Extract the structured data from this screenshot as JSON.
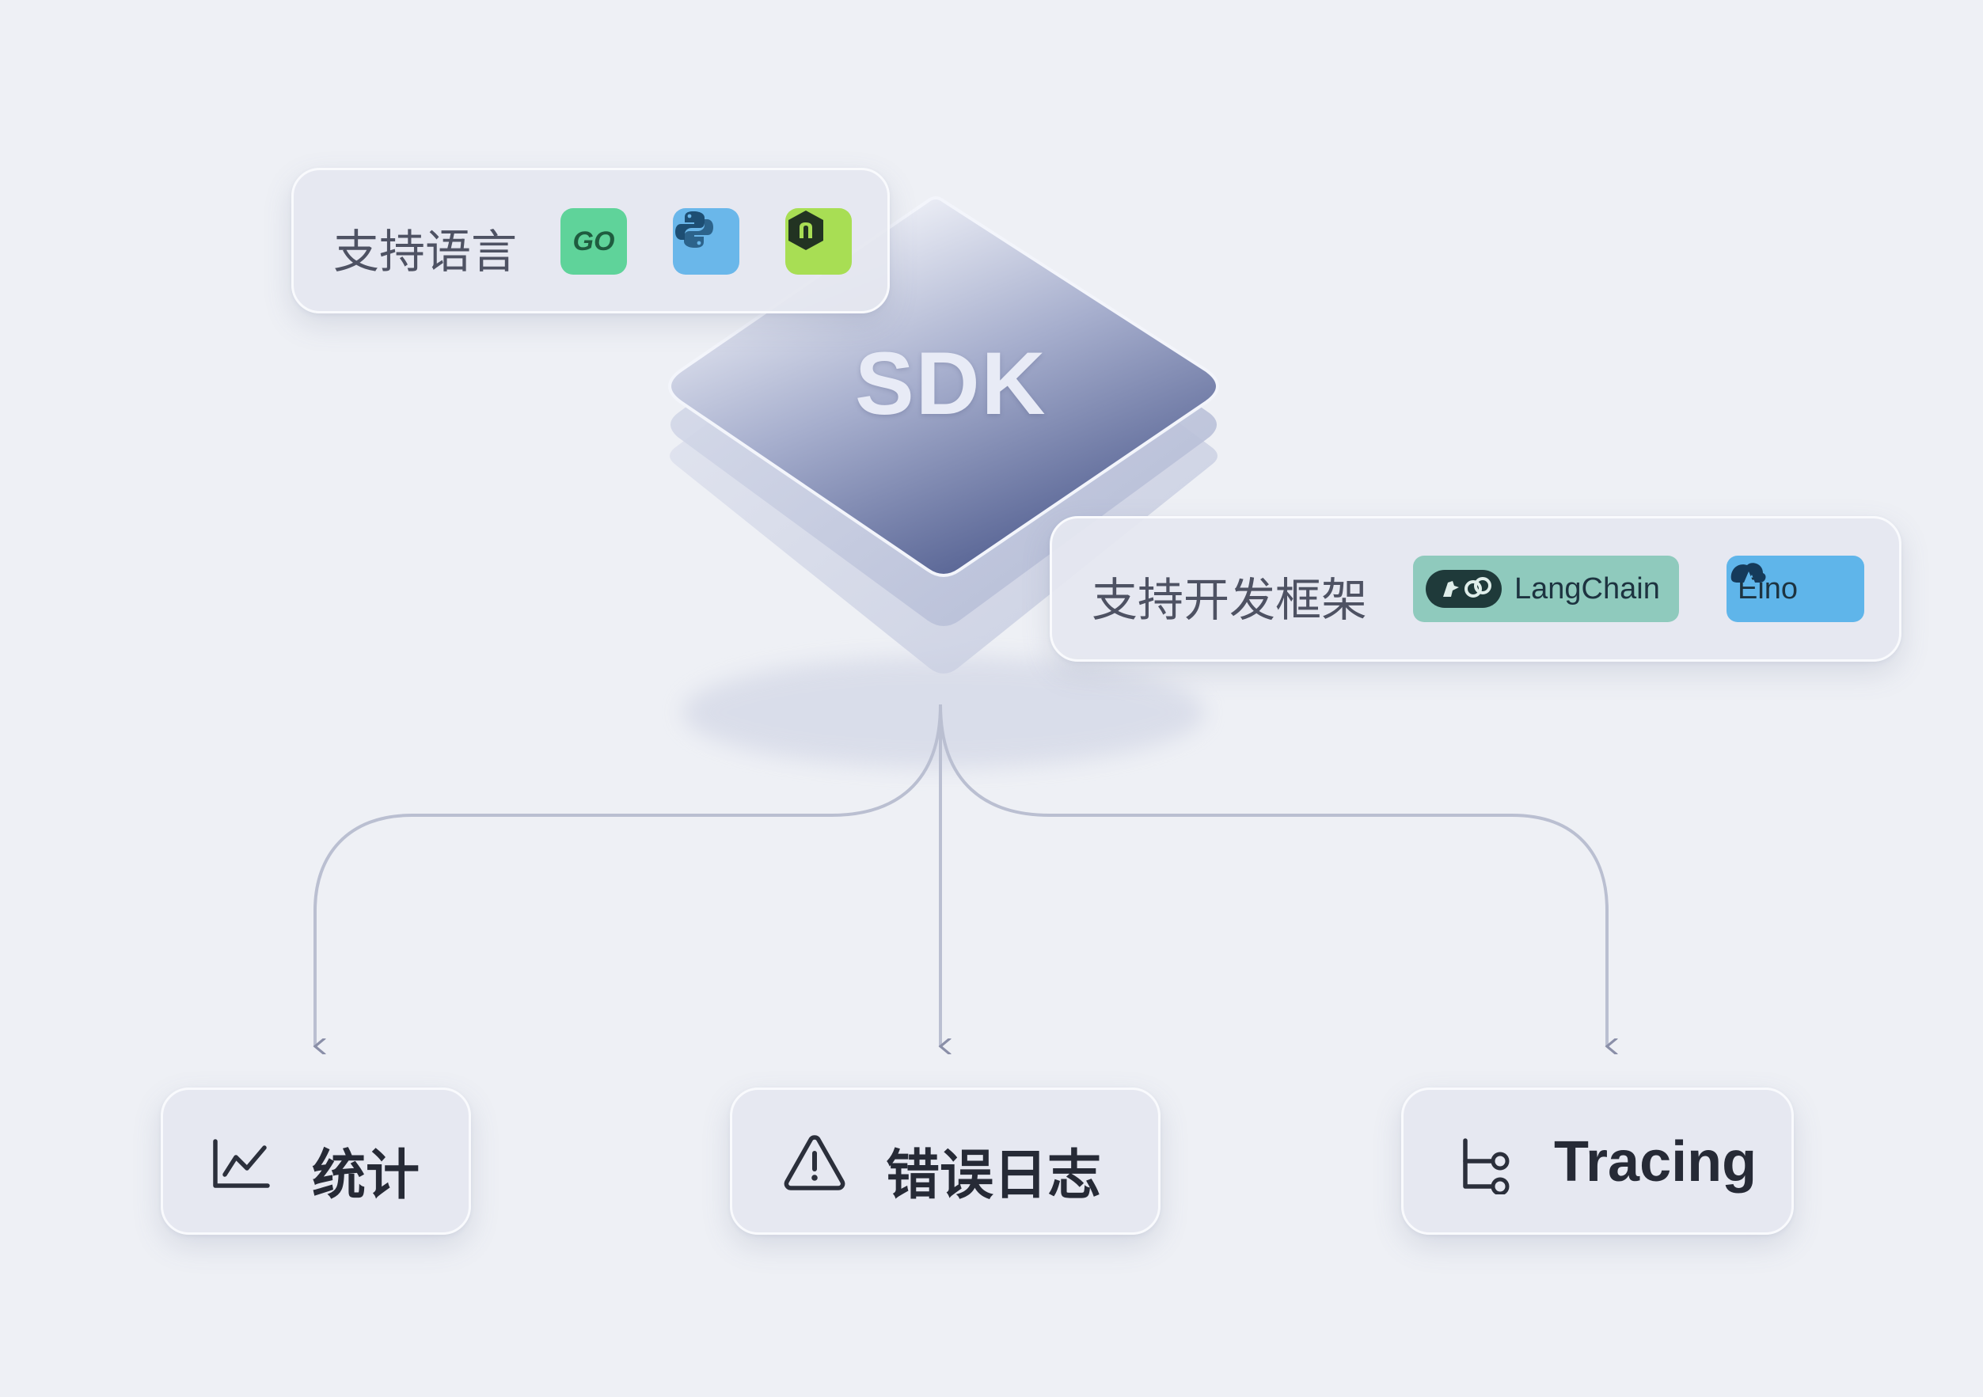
{
  "sdk": {
    "label": "SDK"
  },
  "languages_card": {
    "title": "支持语言",
    "icons": [
      {
        "name": "go-icon",
        "text": "GO",
        "color": "#5fd39a"
      },
      {
        "name": "python-icon",
        "color": "#6ab7ea"
      },
      {
        "name": "nodejs-icon",
        "color": "#a8de54"
      }
    ]
  },
  "frameworks_card": {
    "title": "支持开发框架",
    "items": [
      {
        "name": "langchain-chip",
        "label": "LangChain",
        "color": "#8fcabd"
      },
      {
        "name": "eino-chip",
        "label": "Eino",
        "color": "#5fb5ea"
      }
    ]
  },
  "outputs": [
    {
      "name": "stats-card",
      "icon": "line-chart-icon",
      "label": "统计"
    },
    {
      "name": "error-log-card",
      "icon": "warning-triangle-icon",
      "label": "错误日志"
    },
    {
      "name": "tracing-card",
      "icon": "trace-tree-icon",
      "label": "Tracing"
    }
  ]
}
